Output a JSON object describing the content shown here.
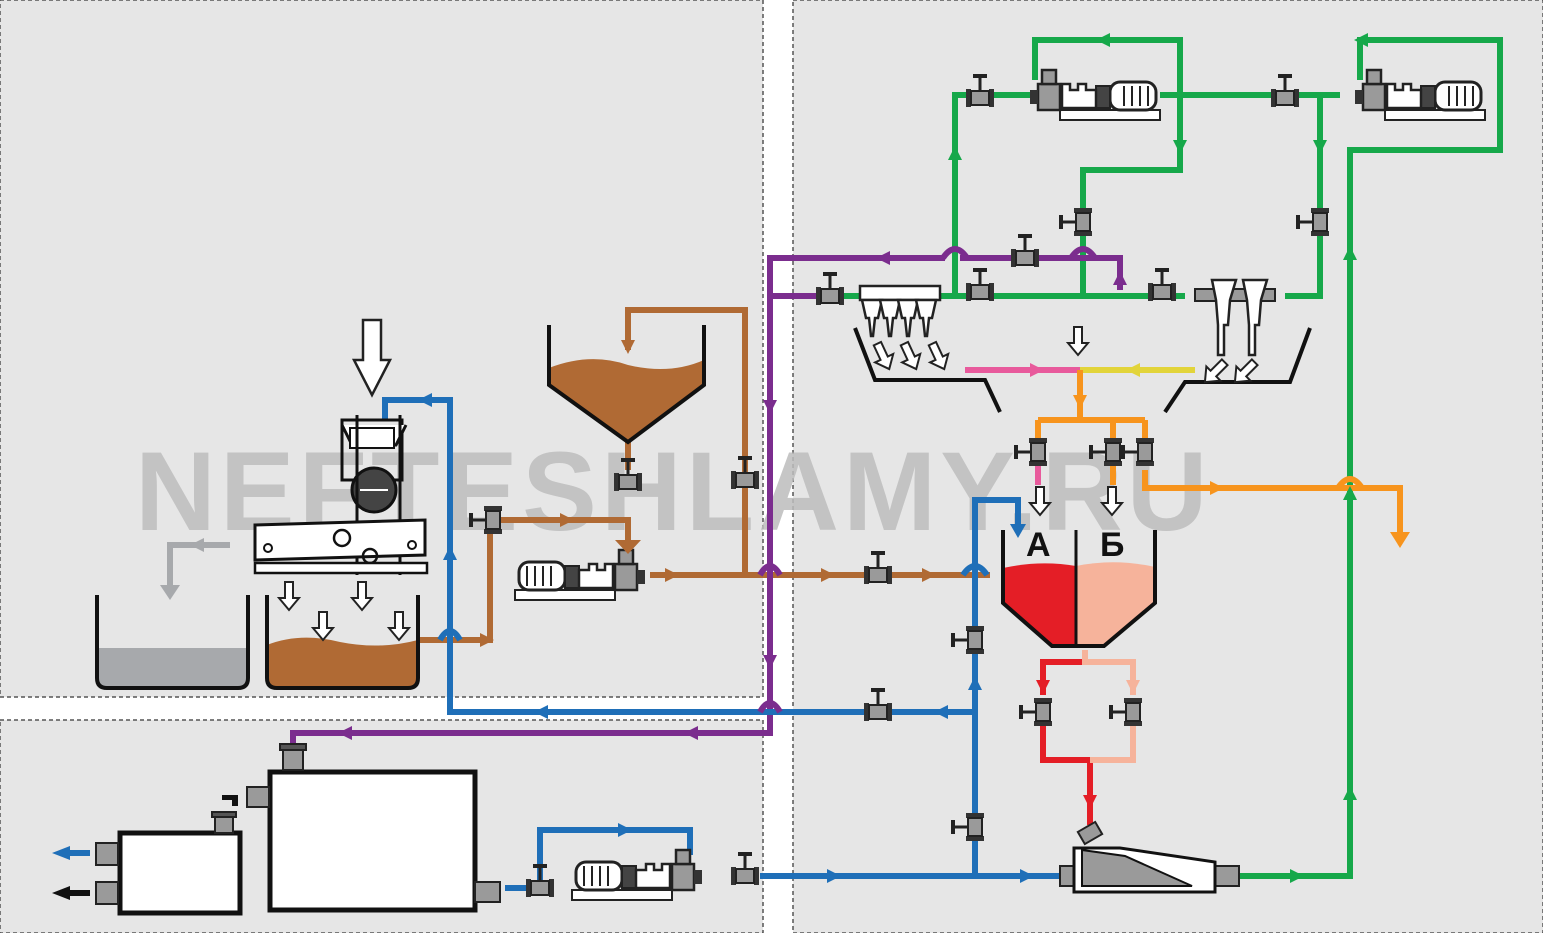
{
  "watermark": "NEFTESHLAMY.RU",
  "tank_labels": {
    "a": "А",
    "b": "Б"
  },
  "colors": {
    "panel": "#e6e6e6",
    "panel_border": "#555555",
    "blue": "#1f6fb8",
    "brown": "#b06a34",
    "purple": "#7b2d8e",
    "green": "#16a84a",
    "orange": "#f7941d",
    "yellow": "#e2d43a",
    "pink": "#e85a9c",
    "red": "#e41e26",
    "salmon": "#f6b39b",
    "gray_fluid": "#a7a9ac",
    "equipment": "#231f20"
  },
  "icons": [
    "gate-valve-icon",
    "pump-motor-icon",
    "hydrocyclone-icon",
    "vibrating-screen-icon",
    "decanter-centrifuge-icon",
    "flow-arrow-icon"
  ]
}
